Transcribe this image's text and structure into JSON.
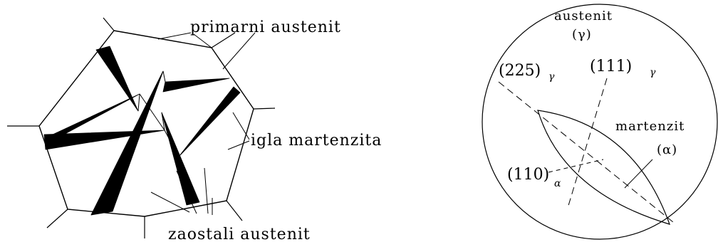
{
  "left_figure": {
    "label_primary": "primarni austenit",
    "label_needle": "igla martenzita",
    "label_retained": "zaostali austenit"
  },
  "right_figure": {
    "label_austenite": "austenit",
    "label_austenite_symbol": "(γ)",
    "plane_225": "(225)",
    "plane_225_sub": "γ",
    "plane_111": "(111)",
    "plane_111_sub": "γ",
    "label_martensite": "martenzit",
    "label_martensite_symbol": "(α)",
    "plane_110": "(110)",
    "plane_110_sub": "α"
  }
}
